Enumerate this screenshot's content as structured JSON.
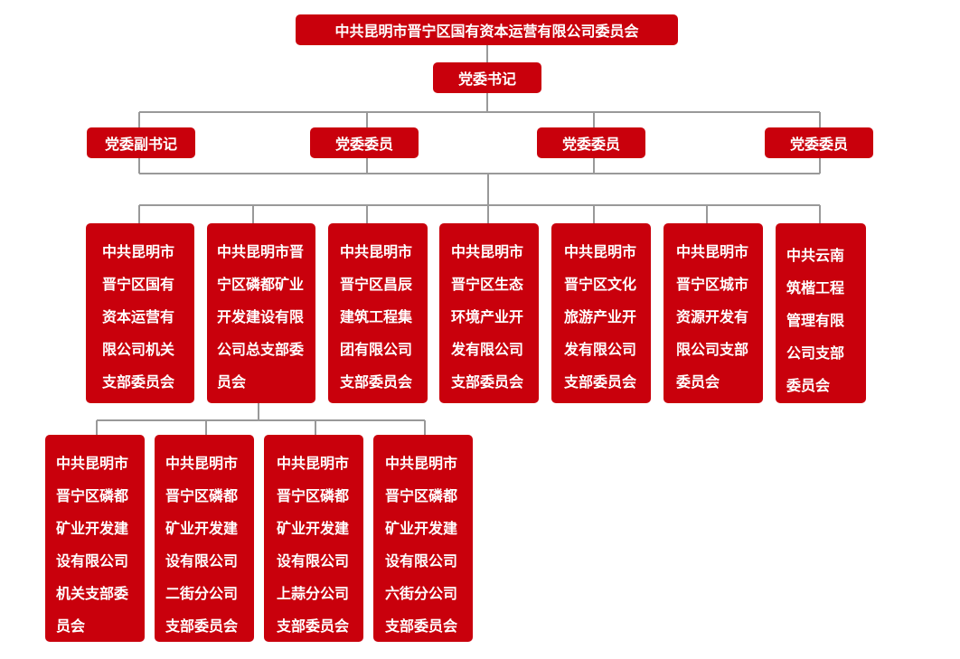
{
  "colors": {
    "box": "#c9000c",
    "text": "#ffffff",
    "line": "#999999"
  },
  "top": {
    "title": "中共昆明市晋宁区国有资本运营有限公司委员会"
  },
  "secretary": {
    "label": "党委书记"
  },
  "deputies": [
    {
      "label": "党委副书记"
    },
    {
      "label": "党委委员"
    },
    {
      "label": "党委委员"
    },
    {
      "label": "党委委员"
    }
  ],
  "branches": [
    {
      "lines": [
        "中共昆明市",
        "晋宁区国有",
        "资本运营有",
        "限公司机关",
        "支部委员会"
      ]
    },
    {
      "lines": [
        "中共昆明市晋",
        "宁区磷都矿业",
        "开发建设有限",
        "公司总支部委",
        "员会"
      ]
    },
    {
      "lines": [
        "中共昆明市",
        "晋宁区昌辰",
        "建筑工程集",
        "团有限公司",
        "支部委员会"
      ]
    },
    {
      "lines": [
        "中共昆明市",
        "晋宁区生态",
        "环境产业开",
        "发有限公司",
        "支部委员会"
      ]
    },
    {
      "lines": [
        "中共昆明市",
        "晋宁区文化",
        "旅游产业开",
        "发有限公司",
        "支部委员会"
      ]
    },
    {
      "lines": [
        "中共昆明市",
        "晋宁区城市",
        "资源开发有",
        "限公司支部",
        "委员会"
      ]
    },
    {
      "lines": [
        "中共云南",
        "筑楷工程",
        "管理有限",
        "公司支部",
        "委员会"
      ]
    }
  ],
  "sub_branches": [
    {
      "lines": [
        "中共昆明市",
        "晋宁区磷都",
        "矿业开发建",
        "设有限公司",
        "机关支部委",
        "员会"
      ]
    },
    {
      "lines": [
        "中共昆明市",
        "晋宁区磷都",
        "矿业开发建",
        "设有限公司",
        "二街分公司",
        "支部委员会"
      ]
    },
    {
      "lines": [
        "中共昆明市",
        "晋宁区磷都",
        "矿业开发建",
        "设有限公司",
        "上蒜分公司",
        "支部委员会"
      ]
    },
    {
      "lines": [
        "中共昆明市",
        "晋宁区磷都",
        "矿业开发建",
        "设有限公司",
        "六街分公司",
        "支部委员会"
      ]
    }
  ]
}
